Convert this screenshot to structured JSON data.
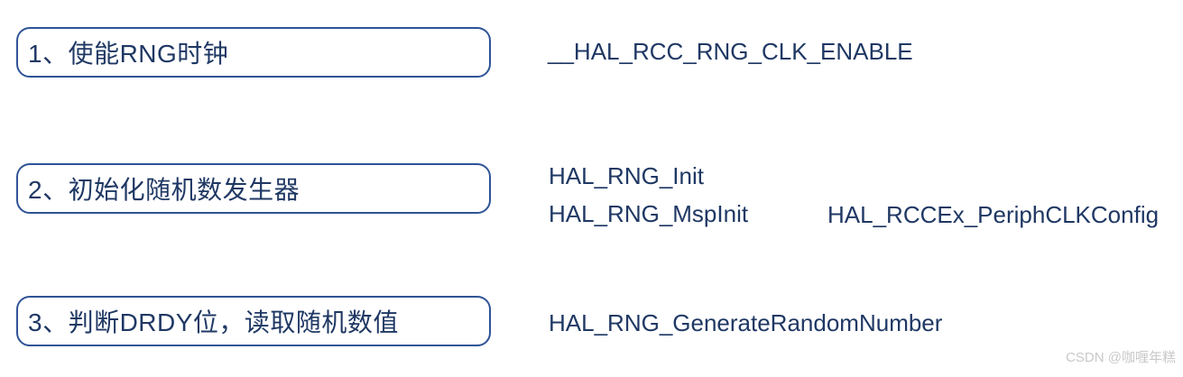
{
  "colors": {
    "background": "#ffffff",
    "box_border": "#2f5496",
    "text_navy": "#1f3864",
    "watermark_gray": "#c9c9c9"
  },
  "steps": [
    {
      "label": "1、使能RNG时钟"
    },
    {
      "label": "2、初始化随机数发生器"
    },
    {
      "label": "3、判断DRDY位，读取随机数值"
    }
  ],
  "hal_functions": {
    "step1": "__HAL_RCC_RNG_CLK_ENABLE",
    "step2_line1": "HAL_RNG_Init",
    "step2_line2": "HAL_RNG_MspInit",
    "step2_aux": "HAL_RCCEx_PeriphCLKConfig",
    "step3": "HAL_RNG_GenerateRandomNumber"
  },
  "watermark": {
    "text": "CSDN @咖喱年糕"
  }
}
